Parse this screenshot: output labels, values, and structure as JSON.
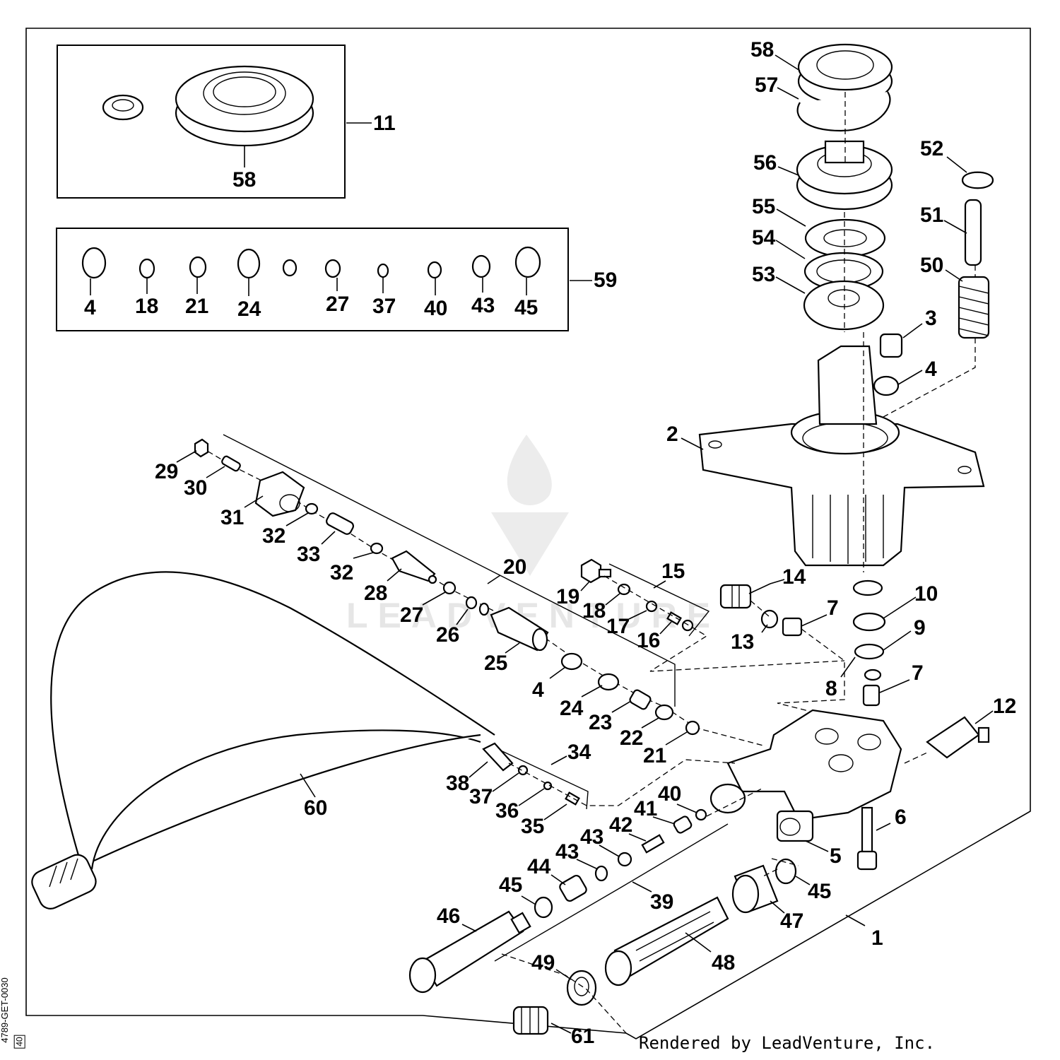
{
  "credit": "Rendered by LeadVenture, Inc.",
  "watermark": "LEADVENTURE",
  "drawing_code": "4789-GET-0030",
  "page_number": "40",
  "labels": {
    "l58a": "58",
    "l57": "57",
    "l56": "56",
    "l55": "55",
    "l54": "54",
    "l53": "53",
    "l52": "52",
    "l51": "51",
    "l50": "50",
    "l3": "3",
    "l4a": "4",
    "l2": "2",
    "l11": "11",
    "l58b": "58",
    "l59": "59",
    "k4": "4",
    "k18": "18",
    "k21": "21",
    "k24": "24",
    "k27": "27",
    "k37": "37",
    "k40": "40",
    "k43": "43",
    "k45": "45",
    "l29": "29",
    "l30": "30",
    "l31": "31",
    "l32a": "32",
    "l33": "33",
    "l32b": "32",
    "l28": "28",
    "l20": "20",
    "l27": "27",
    "l26": "26",
    "l25": "25",
    "l4b": "4",
    "l24": "24",
    "l23": "23",
    "l22": "22",
    "l21": "21",
    "l19": "19",
    "l15": "15",
    "l18": "18",
    "l17": "17",
    "l16": "16",
    "l14": "14",
    "l13": "13",
    "l7a": "7",
    "l10": "10",
    "l9": "9",
    "l8": "8",
    "l7b": "7",
    "l12": "12",
    "l6": "6",
    "l5": "5",
    "l45b": "45",
    "l47": "47",
    "l1": "1",
    "l48": "48",
    "l34": "34",
    "l38": "38",
    "l37": "37",
    "l36": "36",
    "l35": "35",
    "l60": "60",
    "l40": "40",
    "l41": "41",
    "l42": "42",
    "l43a": "43",
    "l43b": "43",
    "l44": "44",
    "l39": "39",
    "l45a": "45",
    "l46": "46",
    "l49": "49",
    "l61": "61"
  }
}
